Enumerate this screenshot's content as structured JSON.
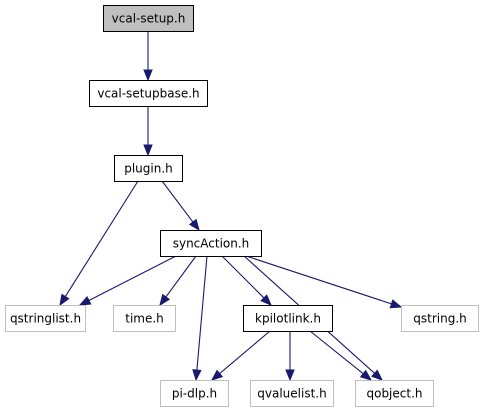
{
  "colors": {
    "edge": "#191970",
    "border_main": "#000000",
    "border_external": "#bfbfbf",
    "fill_selected": "#bfbfbf",
    "fill_default": "#ffffff",
    "text_main": "#000000",
    "text_external": "#000000"
  },
  "nodes": {
    "vcal_setup": {
      "label": "vcal-setup.h",
      "style": "selected"
    },
    "vcal_setupbase": {
      "label": "vcal-setupbase.h",
      "style": "main"
    },
    "plugin": {
      "label": "plugin.h",
      "style": "main"
    },
    "syncaction": {
      "label": "syncAction.h",
      "style": "main"
    },
    "qstringlist": {
      "label": "qstringlist.h",
      "style": "external"
    },
    "time": {
      "label": "time.h",
      "style": "external"
    },
    "kpilotlink": {
      "label": "kpilotlink.h",
      "style": "main"
    },
    "qstring": {
      "label": "qstring.h",
      "style": "external"
    },
    "pidlp": {
      "label": "pi-dlp.h",
      "style": "external"
    },
    "qvaluelist": {
      "label": "qvaluelist.h",
      "style": "external"
    },
    "qobject": {
      "label": "qobject.h",
      "style": "external"
    }
  },
  "edges": [
    {
      "from": "vcal_setup",
      "to": "vcal_setupbase"
    },
    {
      "from": "vcal_setupbase",
      "to": "plugin"
    },
    {
      "from": "plugin",
      "to": "syncaction"
    },
    {
      "from": "plugin",
      "to": "qstringlist"
    },
    {
      "from": "syncaction",
      "to": "qstringlist"
    },
    {
      "from": "syncaction",
      "to": "time"
    },
    {
      "from": "syncaction",
      "to": "pidlp"
    },
    {
      "from": "syncaction",
      "to": "kpilotlink"
    },
    {
      "from": "syncaction",
      "to": "qstring"
    },
    {
      "from": "syncaction",
      "to": "qobject"
    },
    {
      "from": "kpilotlink",
      "to": "pidlp"
    },
    {
      "from": "kpilotlink",
      "to": "qvaluelist"
    },
    {
      "from": "kpilotlink",
      "to": "qobject"
    }
  ]
}
